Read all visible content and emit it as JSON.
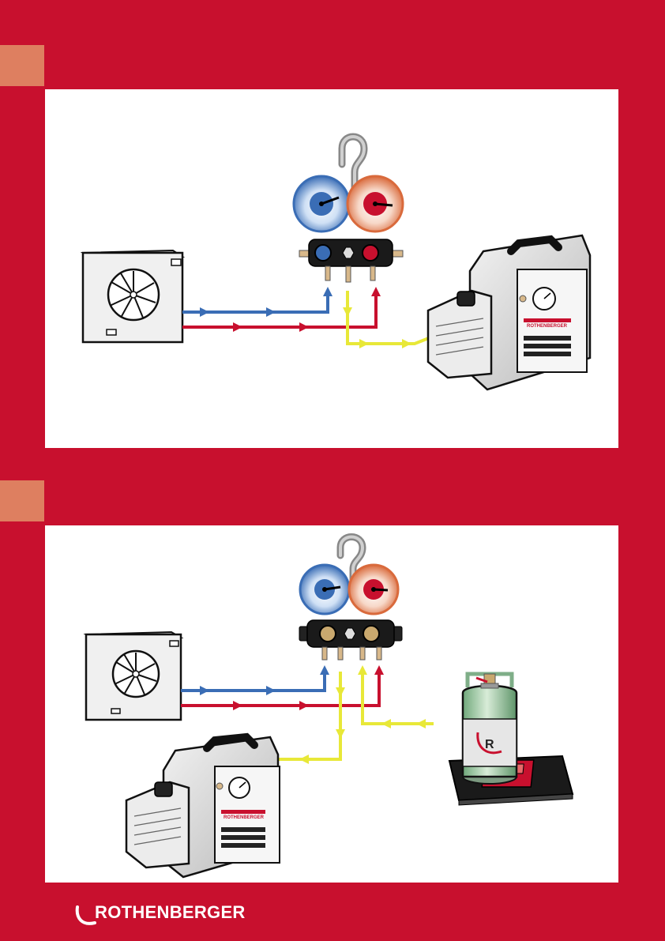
{
  "brand": {
    "name": "ROTHENBERGER",
    "pump_label": "ROTHENBERGER",
    "cylinder_letter": "R"
  },
  "colors": {
    "page_background": "#c8102e",
    "tab_accent": "#de7f60",
    "low_pressure_line": "#3a6db5",
    "high_pressure_line": "#c8102e",
    "service_line": "#e8e838"
  },
  "figures": [
    {
      "id": "evacuation",
      "components": [
        "outdoor-unit",
        "manifold-gauge",
        "vacuum-pump"
      ],
      "lines": [
        "low-pressure-blue",
        "high-pressure-red",
        "service-yellow"
      ]
    },
    {
      "id": "charging",
      "components": [
        "outdoor-unit",
        "manifold-gauge",
        "vacuum-pump",
        "refrigerant-cylinder",
        "charging-scale"
      ],
      "lines": [
        "low-pressure-blue",
        "high-pressure-red",
        "service-yellow"
      ]
    }
  ]
}
